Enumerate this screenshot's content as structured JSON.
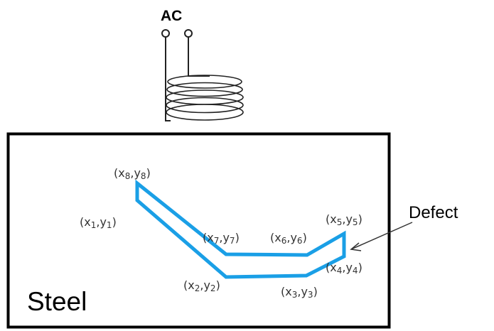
{
  "source": {
    "label": "AC"
  },
  "material": {
    "label": "Steel"
  },
  "defect": {
    "label": "Defect",
    "color": "#1a9fe6"
  },
  "points": [
    {
      "id": "p1",
      "text": "(x",
      "sub": "1",
      "sep": ",y",
      "sub2": "1",
      "close": ")"
    },
    {
      "id": "p2",
      "text": "(x",
      "sub": "2",
      "sep": ",y",
      "sub2": "2",
      "close": ")"
    },
    {
      "id": "p3",
      "text": "(x",
      "sub": "3",
      "sep": ",y",
      "sub2": "3",
      "close": ")"
    },
    {
      "id": "p4",
      "text": "(x",
      "sub": "4",
      "sep": ",y",
      "sub2": "4",
      "close": ")"
    },
    {
      "id": "p5",
      "text": "(x",
      "sub": "5",
      "sep": ",y",
      "sub2": "5",
      "close": ")"
    },
    {
      "id": "p6",
      "text": "(x",
      "sub": "6",
      "sep": ",y",
      "sub2": "6",
      "close": ")"
    },
    {
      "id": "p7",
      "text": "(x",
      "sub": "7",
      "sep": ",y",
      "sub2": "7",
      "close": ")"
    },
    {
      "id": "p8",
      "text": "(x",
      "sub": "8",
      "sep": ",y",
      "sub2": "8",
      "close": ")"
    }
  ]
}
